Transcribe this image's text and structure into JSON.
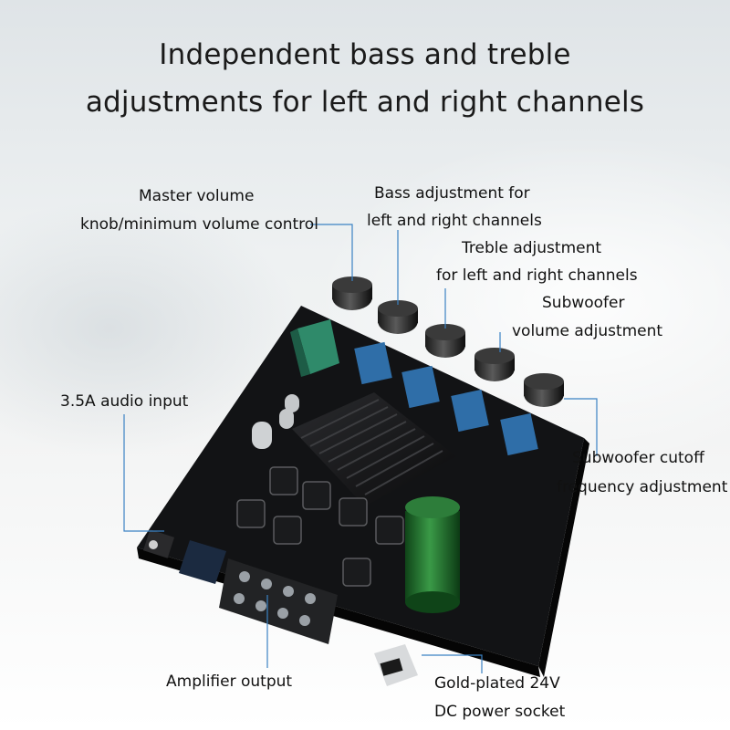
{
  "title": {
    "line1": "Independent bass and treble",
    "line2": "adjustments for left and right channels"
  },
  "callouts": {
    "master_volume": {
      "line1": "Master volume",
      "line2": "knob/minimum volume control"
    },
    "bass": {
      "line1": "Bass adjustment for",
      "line2": "left and right channels"
    },
    "treble": {
      "line1": "Treble adjustment",
      "line2": "for left and right channels"
    },
    "subwoofer_volume": {
      "line1": "Subwoofer",
      "line2": "volume adjustment"
    },
    "audio_input": "3.5A audio input",
    "subwoofer_cutoff": {
      "line1": "Subwoofer cutoff",
      "line2": "frequency adjustment"
    },
    "amplifier_output": "Amplifier output",
    "power_socket": {
      "line1": "Gold-plated 24V",
      "line2": "DC power socket"
    }
  },
  "colors": {
    "callout_line": "#3b82c4",
    "board": "#111214",
    "potentiometer": "#2f6ea8",
    "capacitor": "#1f6b2a"
  }
}
